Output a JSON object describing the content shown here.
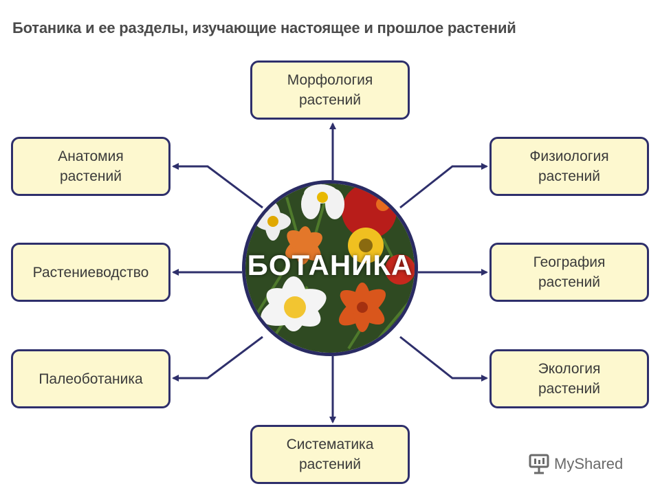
{
  "title": "Ботаника и ее разделы, изучающие настоящее и прошлое растений",
  "center": {
    "label": "БОТАНИКА"
  },
  "boxes": {
    "morphology": "Морфология\nрастений",
    "anatomy": "Анатомия\nрастений",
    "physiology": "Физиология\nрастений",
    "crop_production": "Растениеводство",
    "geography": "География\nрастений",
    "paleobotany": "Палеоботаника",
    "ecology": "Экология\nрастений",
    "systematics": "Систематика\nрастений"
  },
  "watermark": {
    "text": "MyShared"
  },
  "colors": {
    "box_fill": "#fdf8cf",
    "box_border": "#2e2f6b",
    "arrow": "#2e2f6b"
  }
}
